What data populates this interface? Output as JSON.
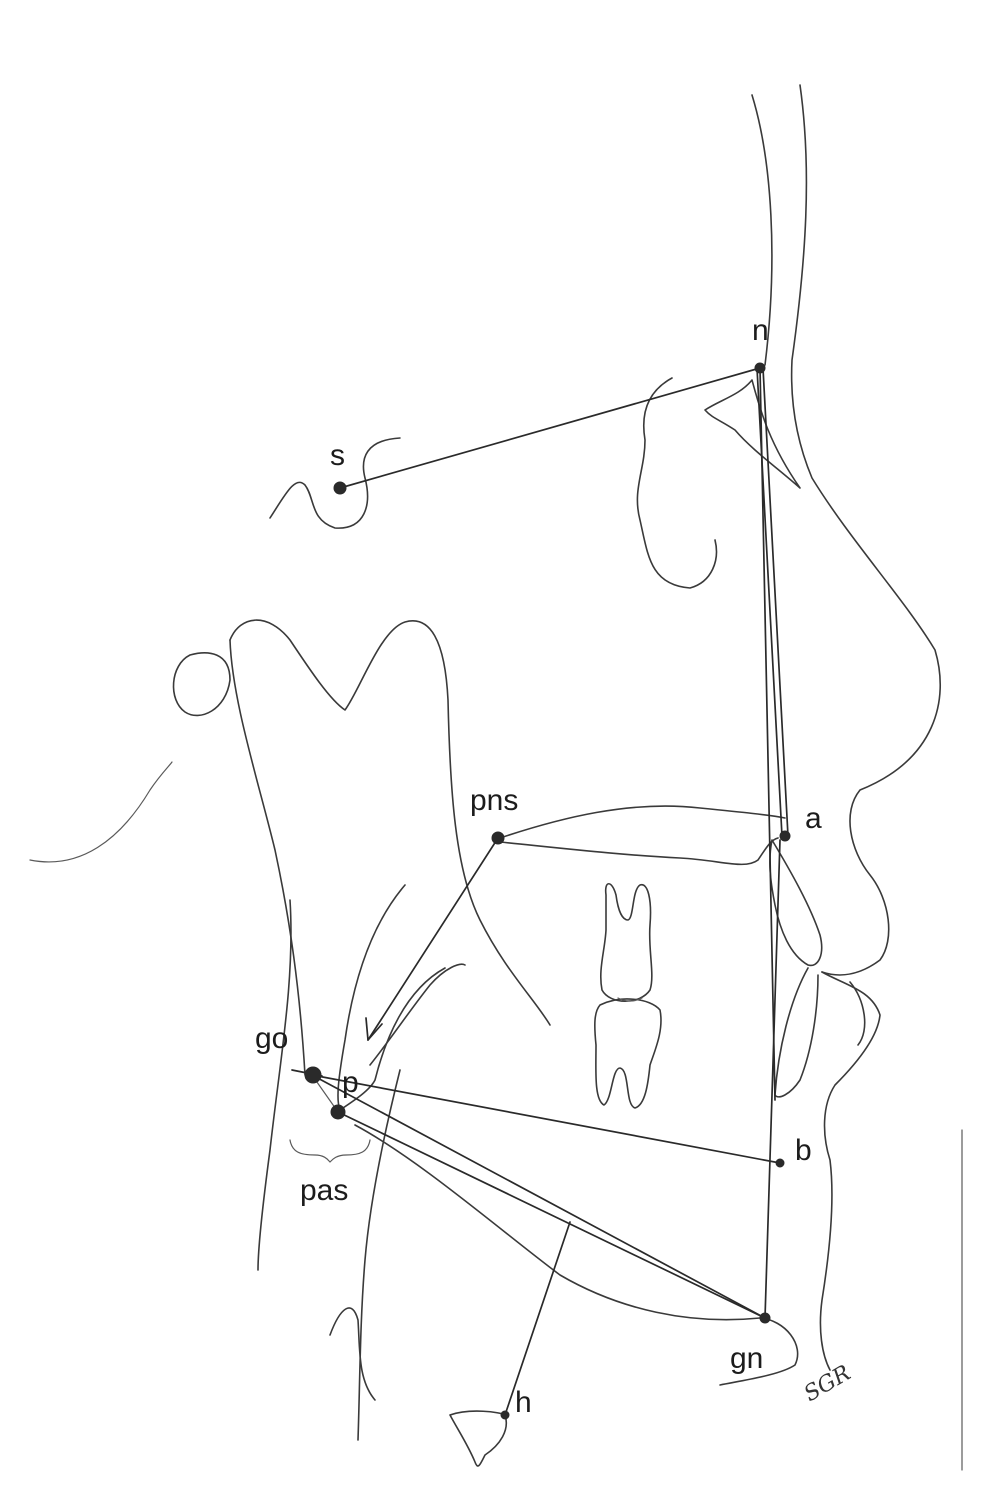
{
  "figure": {
    "type": "cephalometric-tracing",
    "landmarks": [
      {
        "id": "n",
        "label": "n"
      },
      {
        "id": "s",
        "label": "s"
      },
      {
        "id": "pns",
        "label": "pns"
      },
      {
        "id": "a",
        "label": "a"
      },
      {
        "id": "go",
        "label": "go"
      },
      {
        "id": "p",
        "label": "p"
      },
      {
        "id": "b",
        "label": "b"
      },
      {
        "id": "gn",
        "label": "gn"
      },
      {
        "id": "h",
        "label": "h"
      }
    ],
    "pas_label": "pas",
    "signature": "SGR",
    "colors": {
      "line": "#2a2a2a",
      "background": "#ffffff"
    }
  }
}
